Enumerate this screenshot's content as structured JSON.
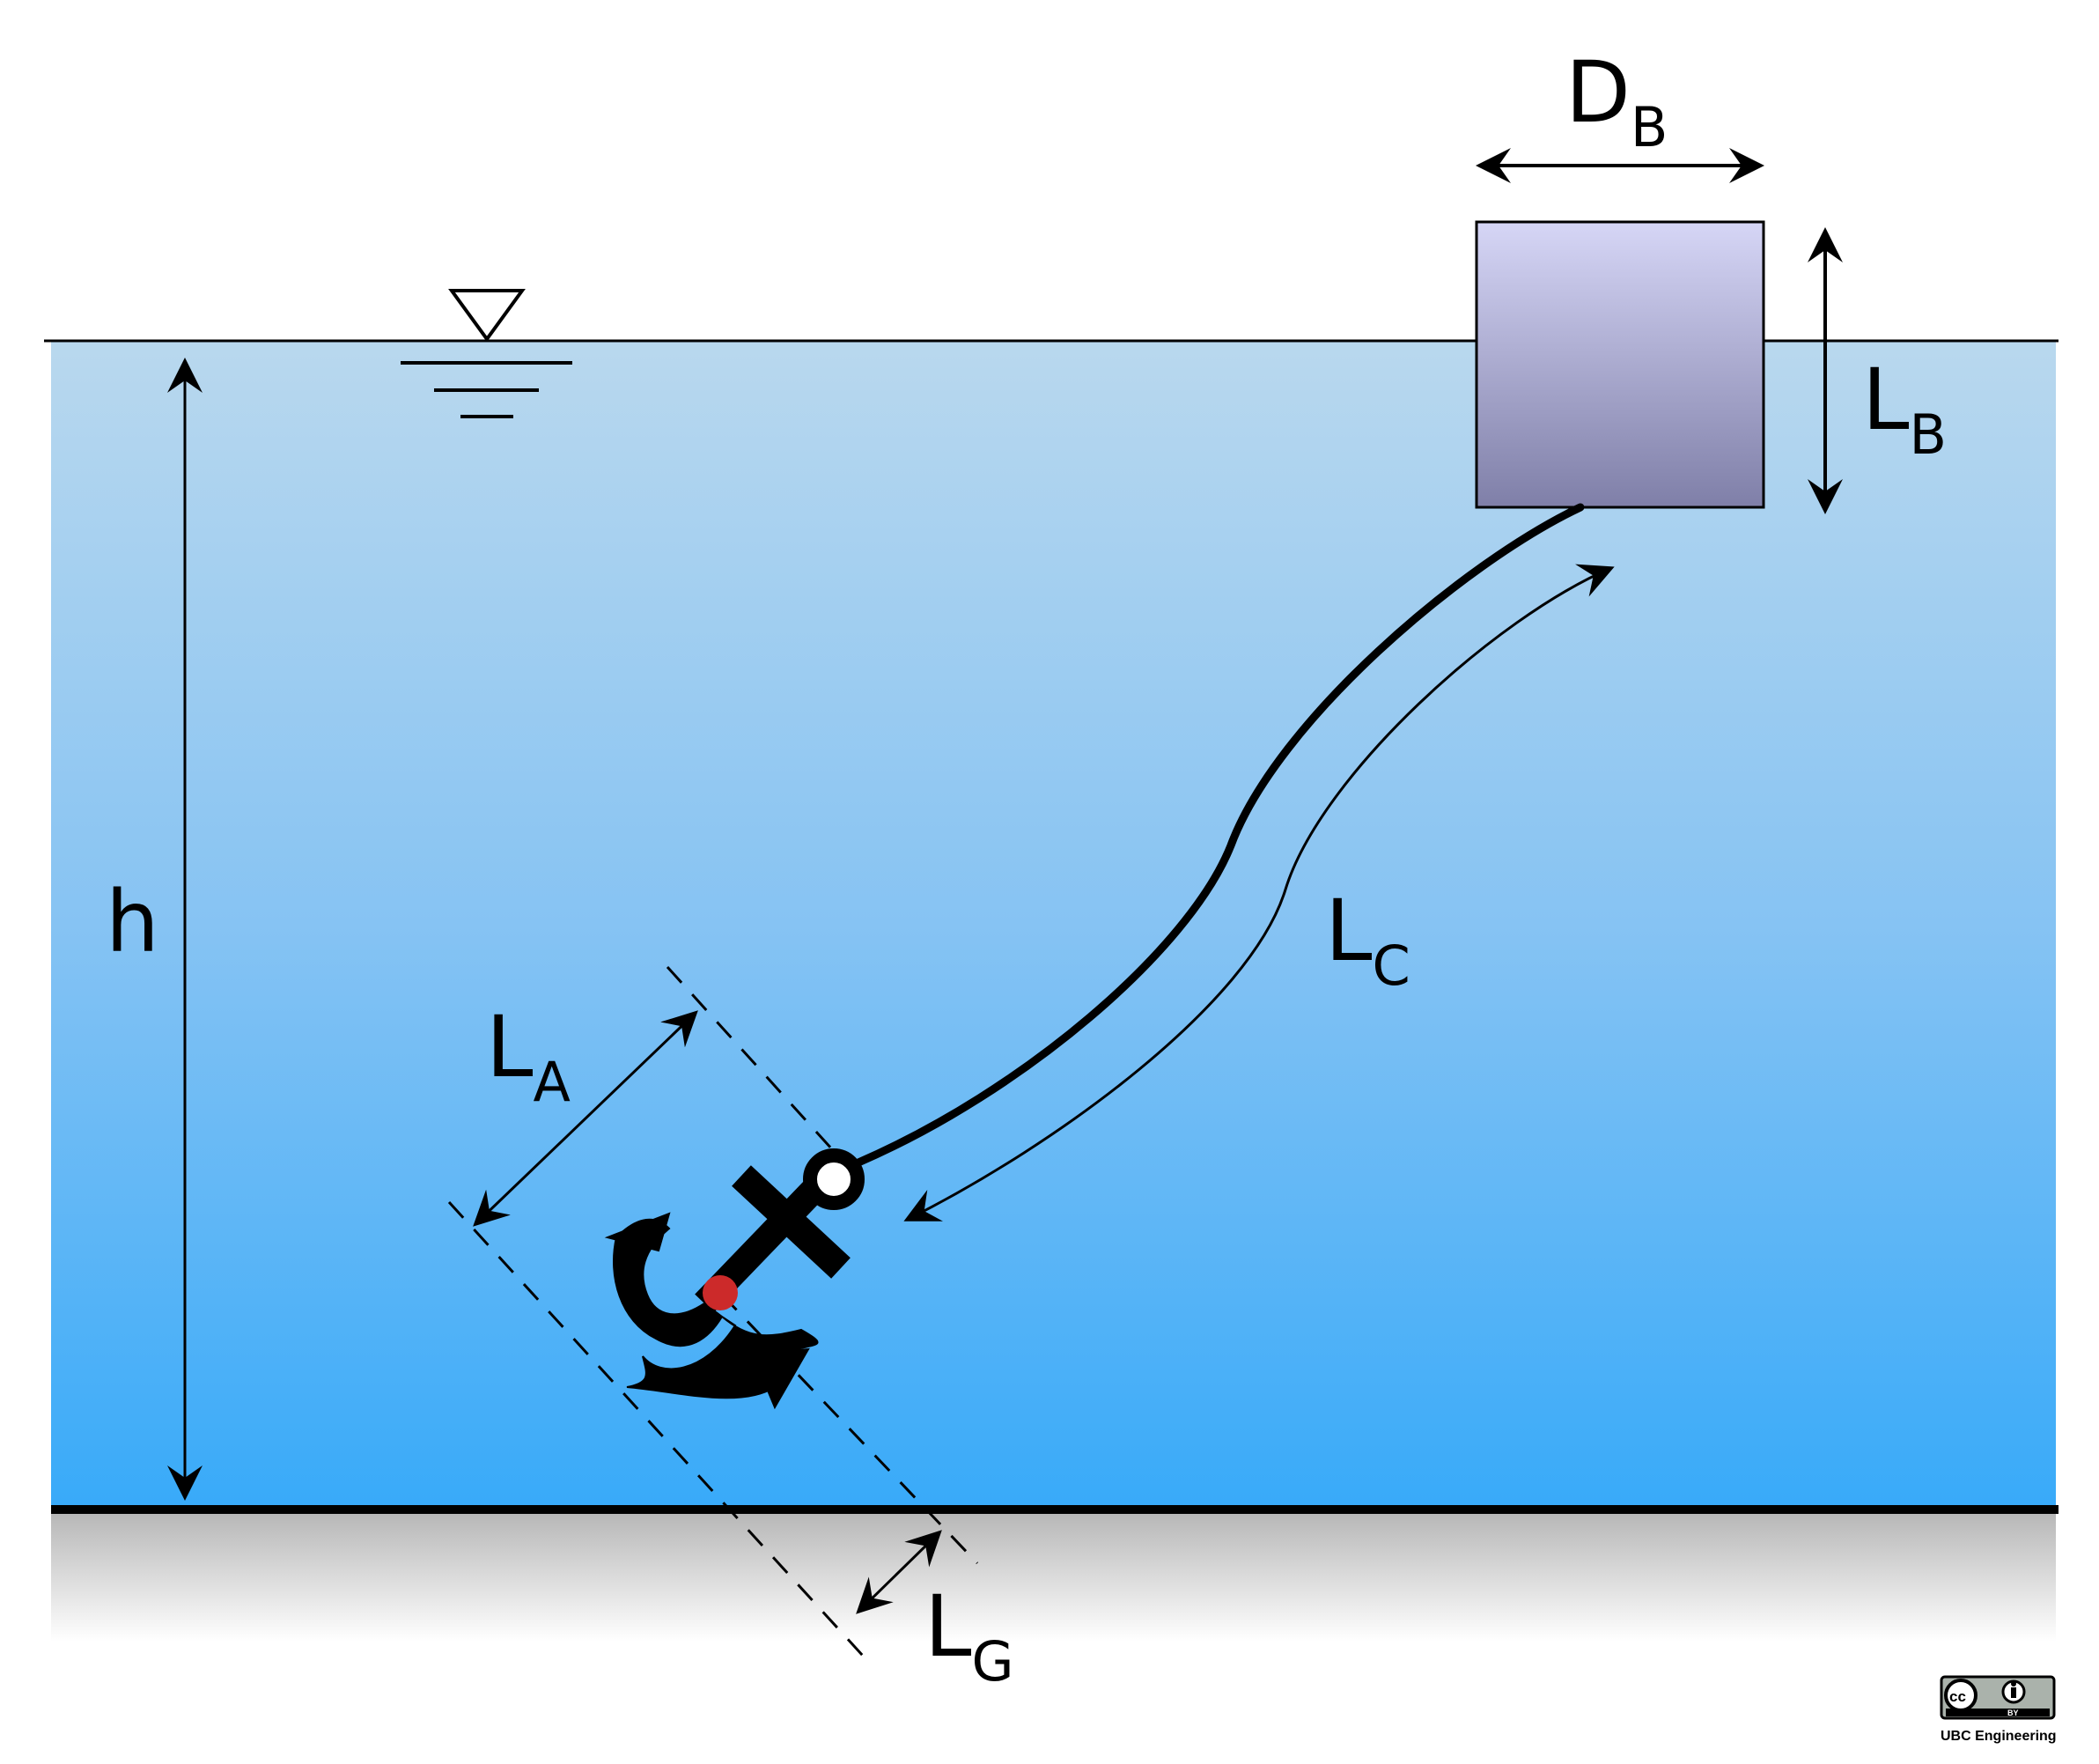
{
  "labels": {
    "h": "h",
    "D_main": "D",
    "D_sub": "B",
    "LB_main": "L",
    "LB_sub": "B",
    "LC_main": "L",
    "LC_sub": "C",
    "LA_main": "L",
    "LA_sub": "A",
    "LG_main": "L",
    "LG_sub": "G"
  },
  "license": {
    "cc": "cc",
    "by": "BY",
    "credit": "UBC Engineering"
  },
  "colors": {
    "water_top": "#b9d8ee",
    "water_bottom": "#38aaf9",
    "buoy_top": "#d6d6f6",
    "buoy_bottom": "#7f7fa8",
    "center_of_gravity": "#cc2a2a",
    "ink": "#000000"
  },
  "icons": [
    "water-surface-icon",
    "anchor-icon",
    "cc-by-license-icon"
  ]
}
